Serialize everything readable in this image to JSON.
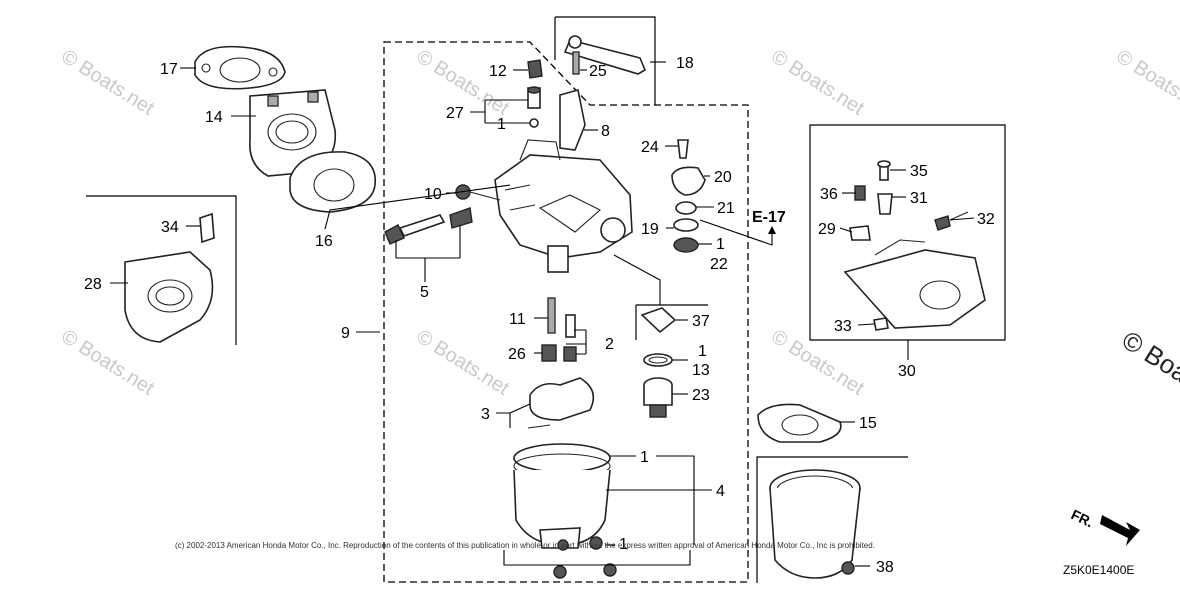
{
  "callouts": {
    "c1_a": "1",
    "c1_b": "1",
    "c1_c": "1",
    "c1_d": "1",
    "c1_e": "1",
    "c2": "2",
    "c3": "3",
    "c4": "4",
    "c5": "5",
    "c8": "8",
    "c9": "9",
    "c10": "10",
    "c11": "11",
    "c12": "12",
    "c13": "13",
    "c14": "14",
    "c15": "15",
    "c16": "16",
    "c17": "17",
    "c18": "18",
    "c19": "19",
    "c20": "20",
    "c21": "21",
    "c22": "22",
    "c23": "23",
    "c24": "24",
    "c25": "25",
    "c26": "26",
    "c27": "27",
    "c28": "28",
    "c29": "29",
    "c30": "30",
    "c31": "31",
    "c32": "32",
    "c33": "33",
    "c34": "34",
    "c35": "35",
    "c36": "36",
    "c37": "37",
    "c38": "38"
  },
  "reference": "E-17",
  "watermark": "© Boats.net",
  "copyright": "(c) 2002-2013 American Honda Motor Co., Inc. Reproduction of the contents of this publication in whole or in part without the express written approval of American Honda Motor Co., Inc is prohibited.",
  "front_arrow": "FR.",
  "diagram_code": "Z5K0E1400E"
}
